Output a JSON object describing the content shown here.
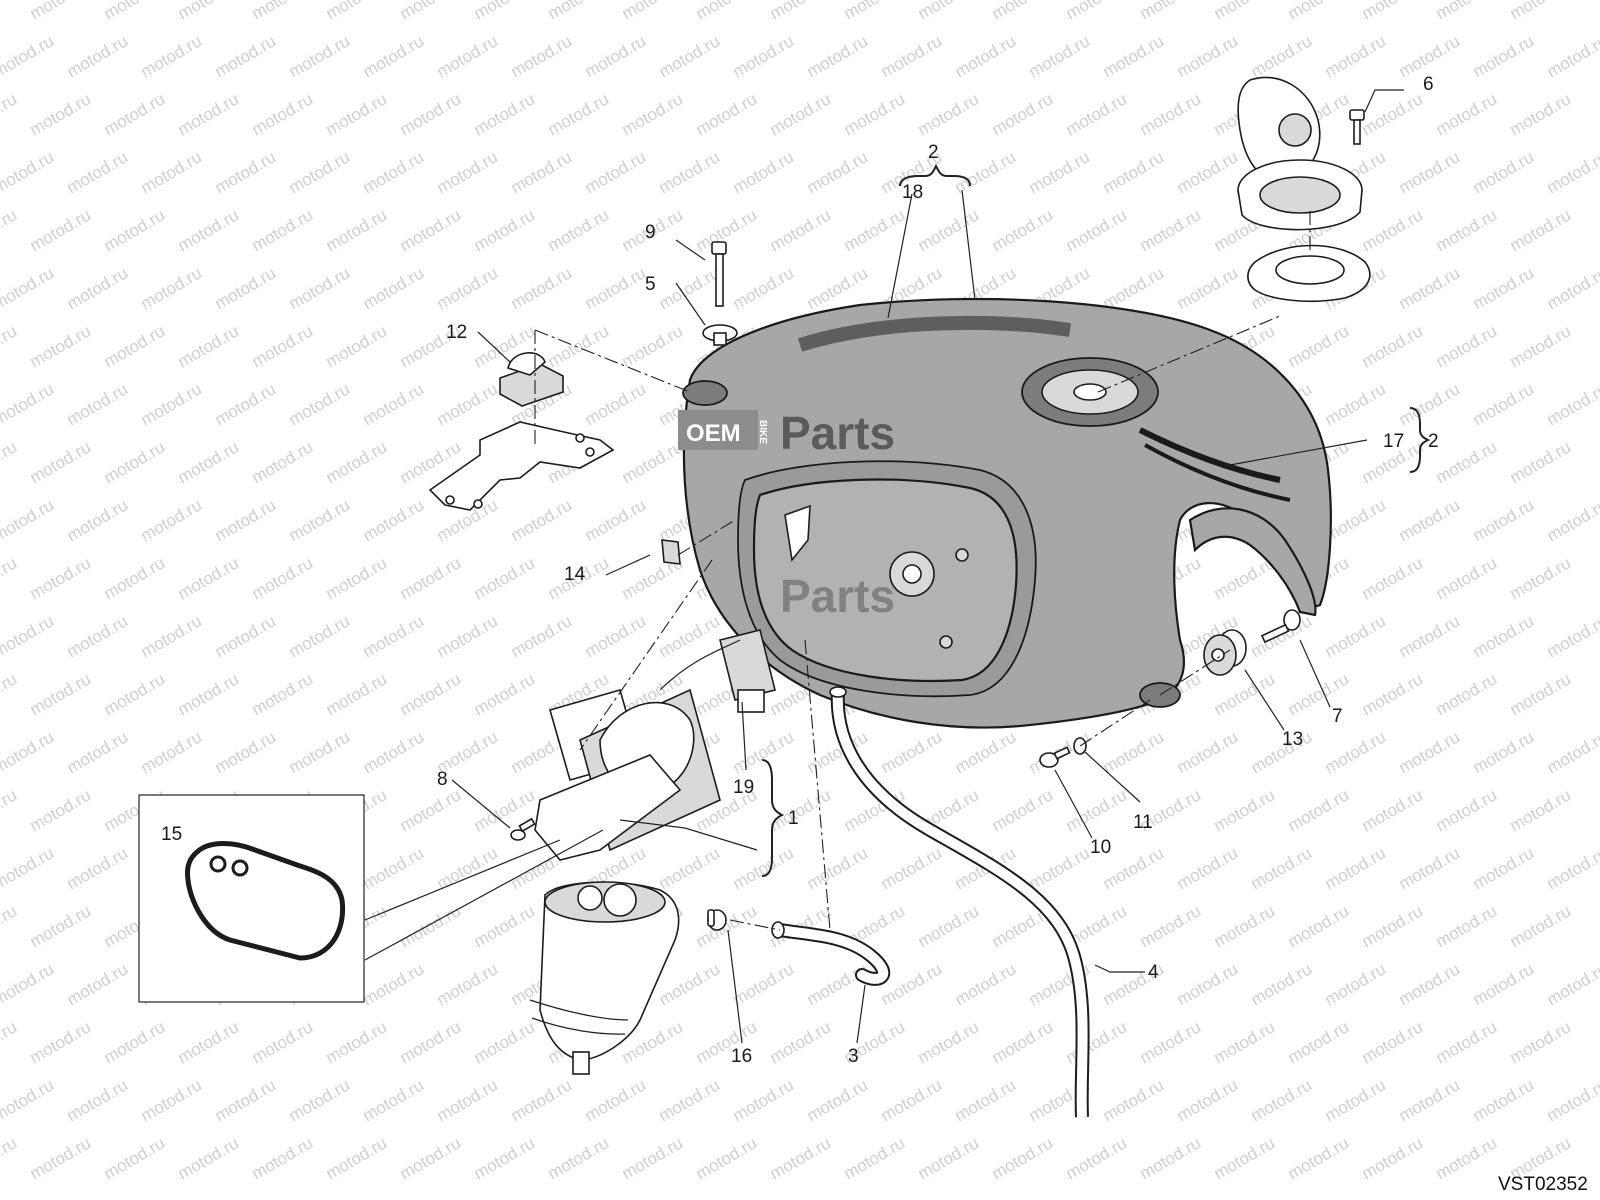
{
  "watermark": {
    "text": "motod.ru"
  },
  "logo": {
    "oem": "OEM",
    "bike": "BIKE",
    "parts": "Parts"
  },
  "drawing_code": "VST02352",
  "callouts": {
    "c1": "1",
    "c2_top": "2",
    "c2_right": "2",
    "c3": "3",
    "c4": "4",
    "c5": "5",
    "c6": "6",
    "c7": "7",
    "c8": "8",
    "c9": "9",
    "c10": "10",
    "c11": "11",
    "c12": "12",
    "c13": "13",
    "c14": "14",
    "c15": "15",
    "c16": "16",
    "c17": "17",
    "c18": "18",
    "c19": "19"
  },
  "colors": {
    "tank": "#a7a7a7",
    "line": "#1c1c1c",
    "watermark": "#cfcfcf"
  }
}
